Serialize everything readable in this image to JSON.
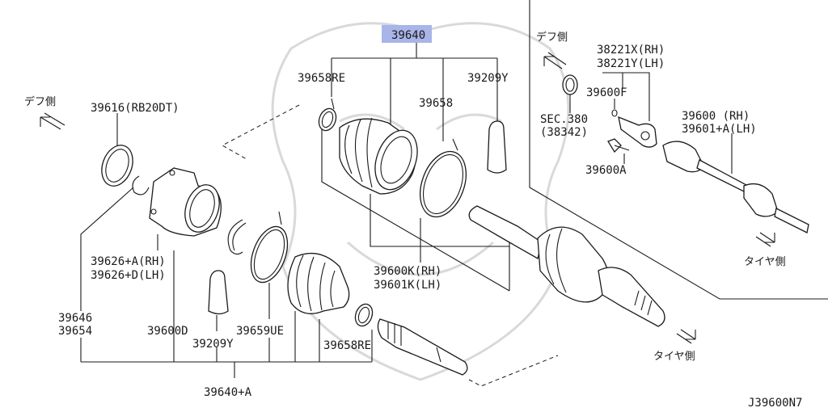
{
  "diagram_id": "J39600N7",
  "highlight_color": "#a9b4e8",
  "labels": {
    "main_assy": "39640",
    "sub_assy": "39640+A",
    "dif_side_a": "デフ側",
    "dif_side_b": "デフ側",
    "tire_side_a": "タイヤ側",
    "tire_side_b": "タイヤ側",
    "p39616": "39616(RB20DT)",
    "p39626_rh": "39626+A(RH)",
    "p39626_lh": "39626+D(LH)",
    "p39646": "39646",
    "p39654": "39654",
    "p39600d": "39600D",
    "p39209_lower": "39209Y",
    "p39659ue": "39659UE",
    "p39658re_lower": "39658RE",
    "p39658re_upper": "39658RE",
    "p39658": "39658",
    "p39209_upper": "39209Y",
    "p39600k_rh": "39600K(RH)",
    "p39601k_lh": "39601K(LH)",
    "p38221x": "38221X(RH)",
    "p38221y": "38221Y(LH)",
    "p39600f": "39600F",
    "sec380": "SEC.380",
    "p38342": "(38342)",
    "p39600a": "39600A",
    "p39600_rh": "39600  (RH)",
    "p39601_lh": "39601+A(LH)"
  }
}
